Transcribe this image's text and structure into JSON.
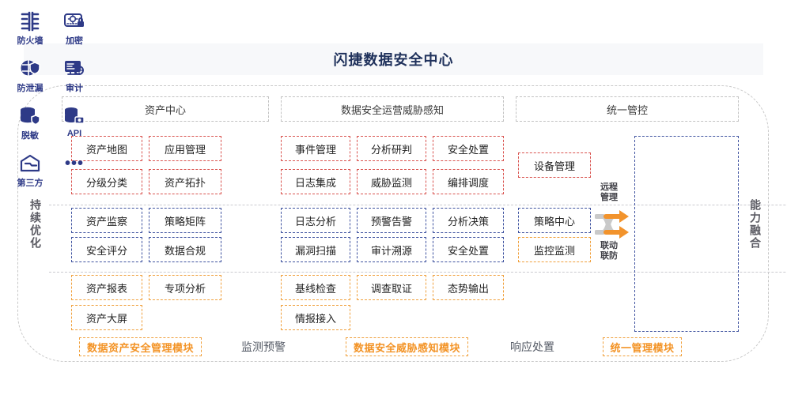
{
  "header": {
    "title": "闪捷数据安全中心"
  },
  "side_labels": {
    "left": "持续优化",
    "right": "能力融合"
  },
  "sections": [
    {
      "id": "asset-center",
      "title": "资产中心"
    },
    {
      "id": "threat-awareness",
      "title": "数据安全运营威胁感知"
    },
    {
      "id": "unified-control",
      "title": "统一管控"
    }
  ],
  "asset_center": {
    "red": [
      "资产地图",
      "应用管理",
      "分级分类",
      "资产拓扑"
    ],
    "blue": [
      "资产监察",
      "策略矩阵",
      "安全评分",
      "数据合规"
    ],
    "orange": [
      "资产报表",
      "专项分析",
      "资产大屏"
    ]
  },
  "threat_awareness": {
    "red": [
      "事件管理",
      "分析研判",
      "安全处置",
      "日志集成",
      "威胁监测",
      "编排调度"
    ],
    "blue": [
      "日志分析",
      "预警告警",
      "分析决策",
      "漏洞扫描",
      "审计溯源",
      "安全处置"
    ],
    "orange": [
      "基线检查",
      "调查取证",
      "态势输出",
      "情报接入"
    ]
  },
  "unified_control": {
    "red": [
      "设备管理"
    ],
    "blue": [
      "策略中心"
    ],
    "orange": [
      "监控监测"
    ]
  },
  "arrows": {
    "top_label": "远程\n管理",
    "top_line1": "远程",
    "top_line2": "管理",
    "bottom_line1": "联动",
    "bottom_line2": "联防",
    "icon": "shuffle-arrows-icon"
  },
  "capabilities": [
    {
      "label": "防火墙",
      "icon": "firewall-icon"
    },
    {
      "label": "加密",
      "icon": "encryption-icon"
    },
    {
      "label": "防泄漏",
      "icon": "leak-prevention-icon"
    },
    {
      "label": "审计",
      "icon": "audit-icon"
    },
    {
      "label": "脱敏",
      "icon": "data-masking-icon"
    },
    {
      "label": "API",
      "icon": "api-icon"
    },
    {
      "label": "第三方",
      "icon": "third-party-icon"
    },
    {
      "label": "",
      "icon": "more-dots-icon"
    }
  ],
  "footer": {
    "chip_left": "数据资产安全管理模块",
    "flow_mid_left": "监测预警",
    "chip_mid": "数据安全威胁感知模块",
    "flow_mid_right": "响应处置",
    "chip_right": "统一管理模块"
  },
  "colors": {
    "title": "#20325c",
    "red": "#d9534f",
    "blue": "#3f53a0",
    "orange": "#f0a03c",
    "orange_text": "#f39325",
    "brand_navy": "#2e3a87",
    "frame": "#c8c8c8"
  }
}
